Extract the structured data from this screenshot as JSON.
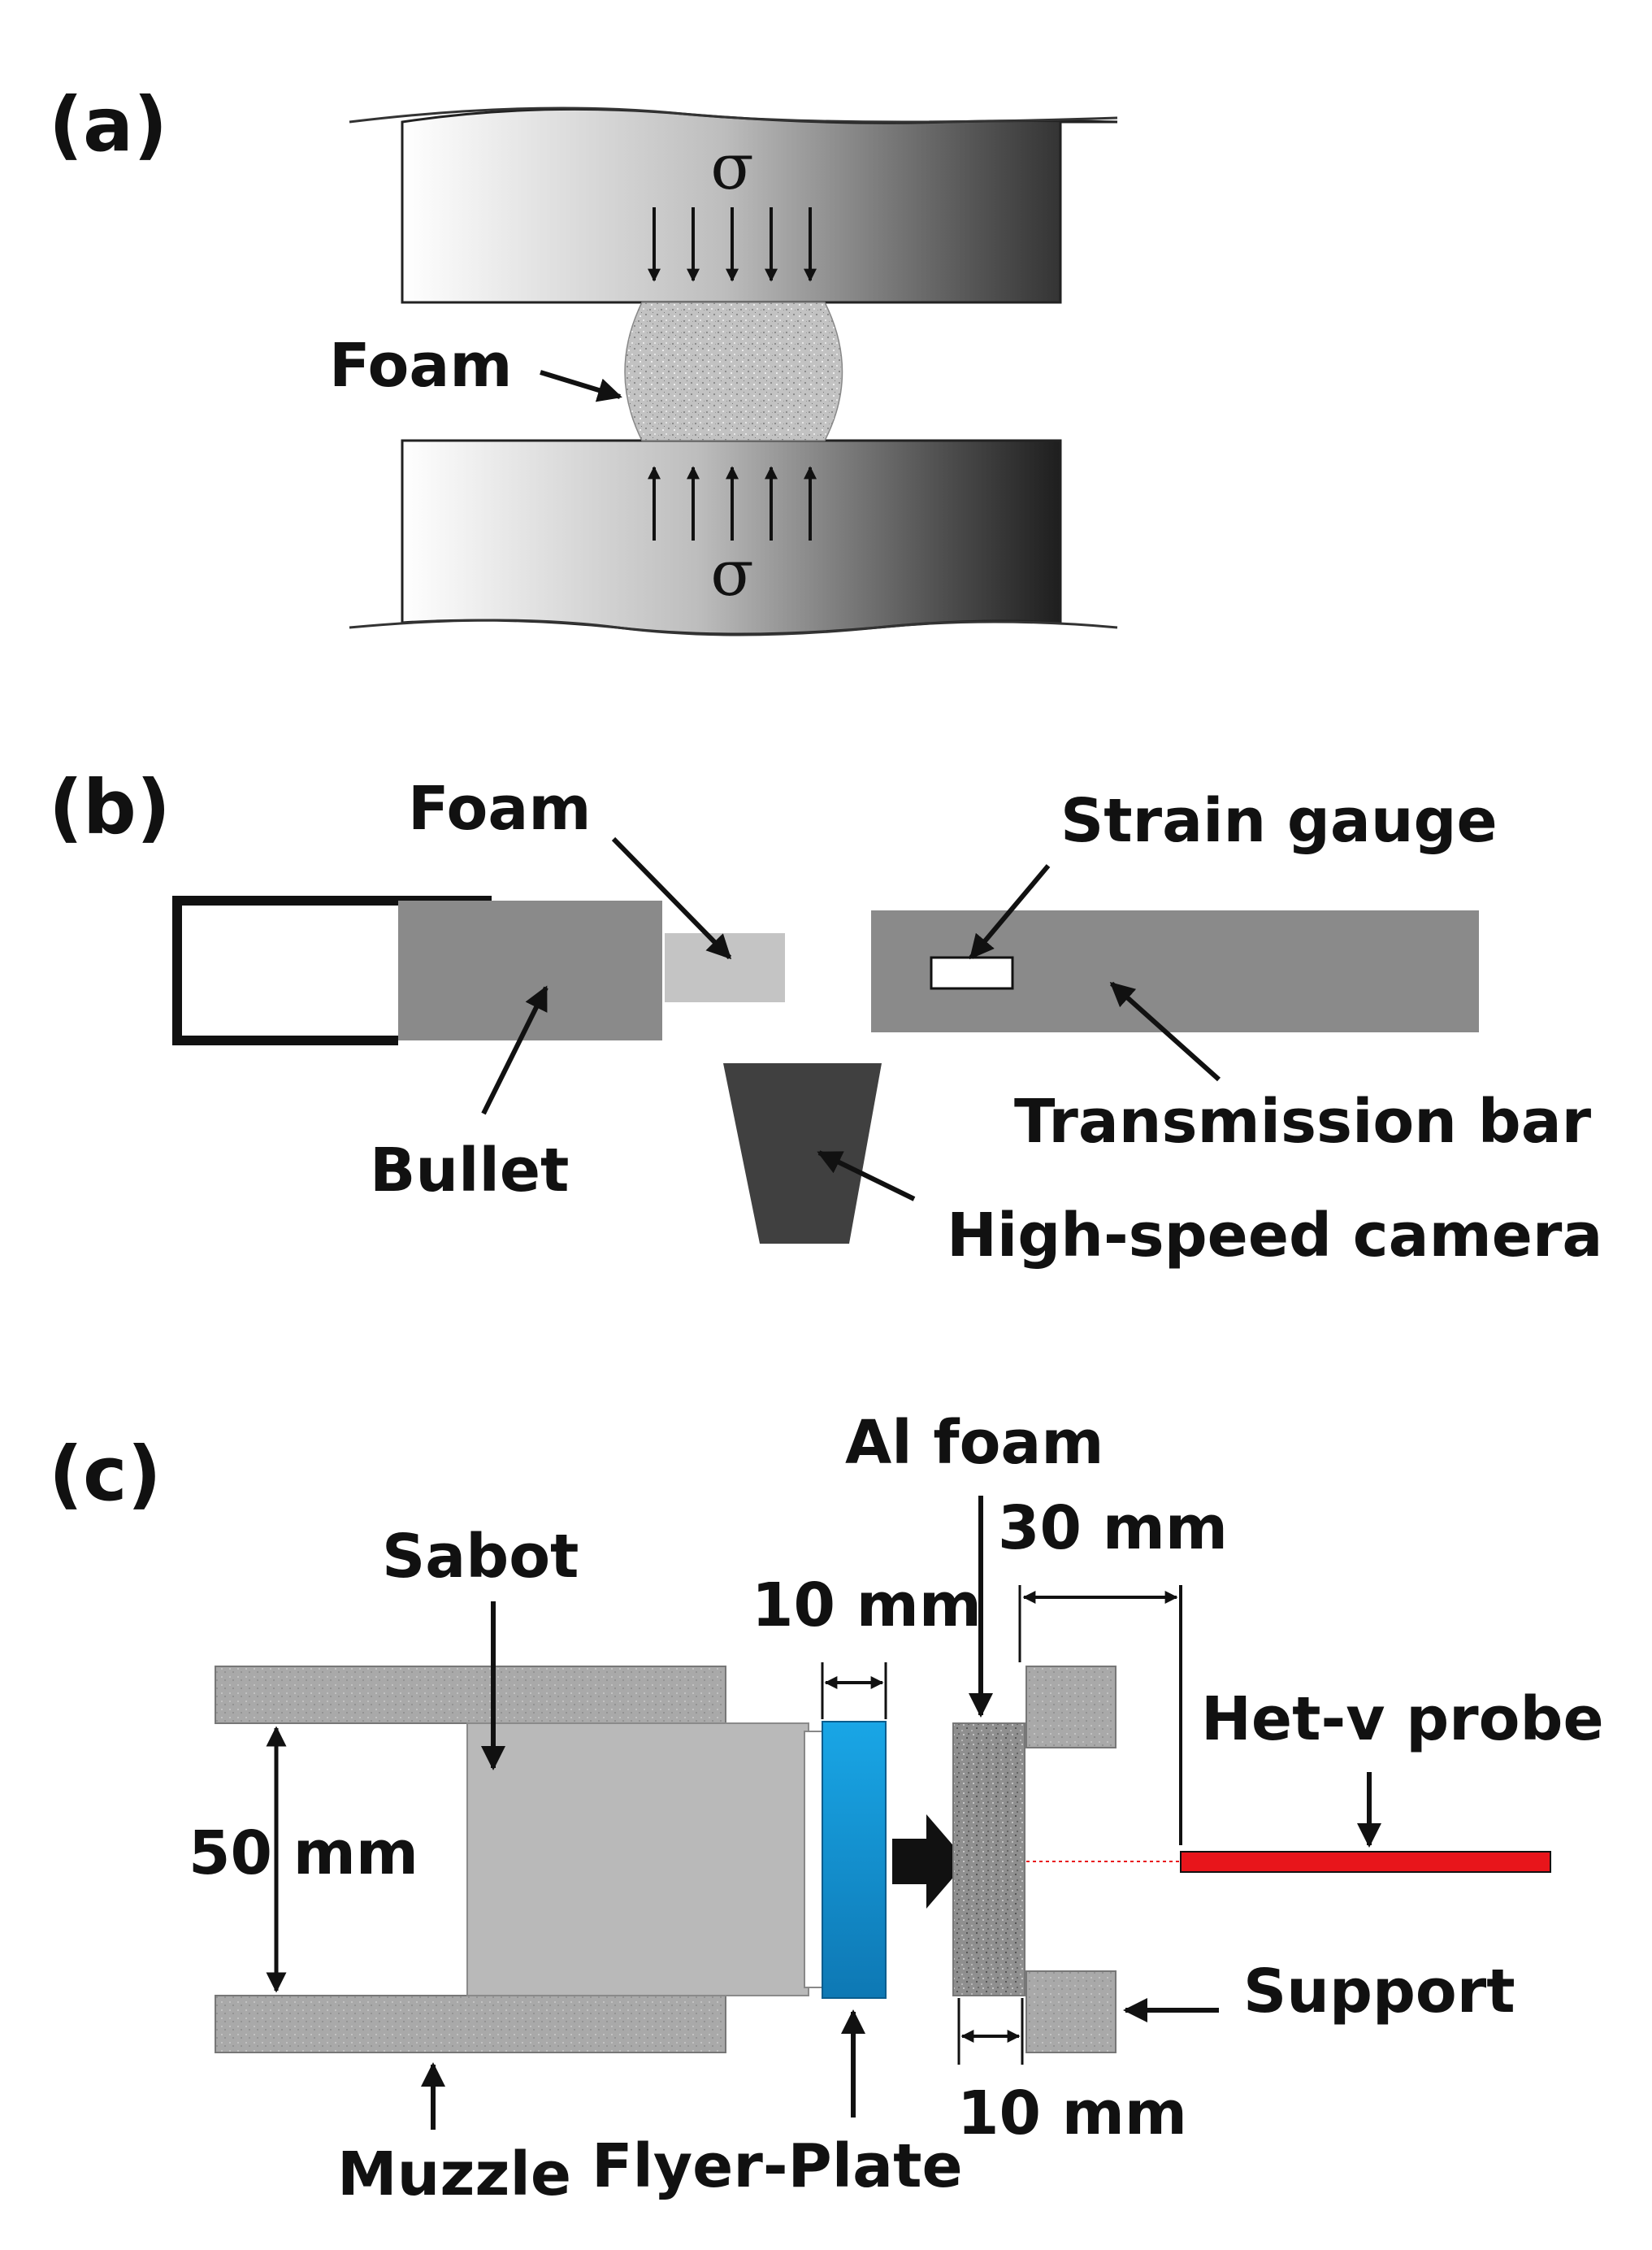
{
  "panels": [
    {
      "id": "a",
      "label": "(a)",
      "stress_symbol": "σ",
      "foam_label": "Foam"
    },
    {
      "id": "b",
      "label": "(b)",
      "foam_label": "Foam",
      "strain_gauge_label": "Strain gauge",
      "bullet_label": "Bullet",
      "transmission_bar_label": "Transmission bar",
      "camera_label": "High-speed camera"
    },
    {
      "id": "c",
      "label": "(c)",
      "al_foam_label": "Al foam",
      "sabot_label": "Sabot",
      "dim_30mm": "30 mm",
      "dim_10mm_flyer": "10 mm",
      "dim_50mm": "50 mm",
      "hetv_probe_label": "Het-v probe",
      "support_label": "Support",
      "dim_10mm_foam": "10 mm",
      "muzzle_label": "Muzzle",
      "flyer_plate_label": "Flyer-Plate"
    }
  ],
  "colors": {
    "flyer_plate": "#1a93d2",
    "hetv_probe": "#e8151b",
    "bar_gray": "#8a8a8a",
    "camera": "#404040",
    "foam_light": "#c4c4c4"
  }
}
